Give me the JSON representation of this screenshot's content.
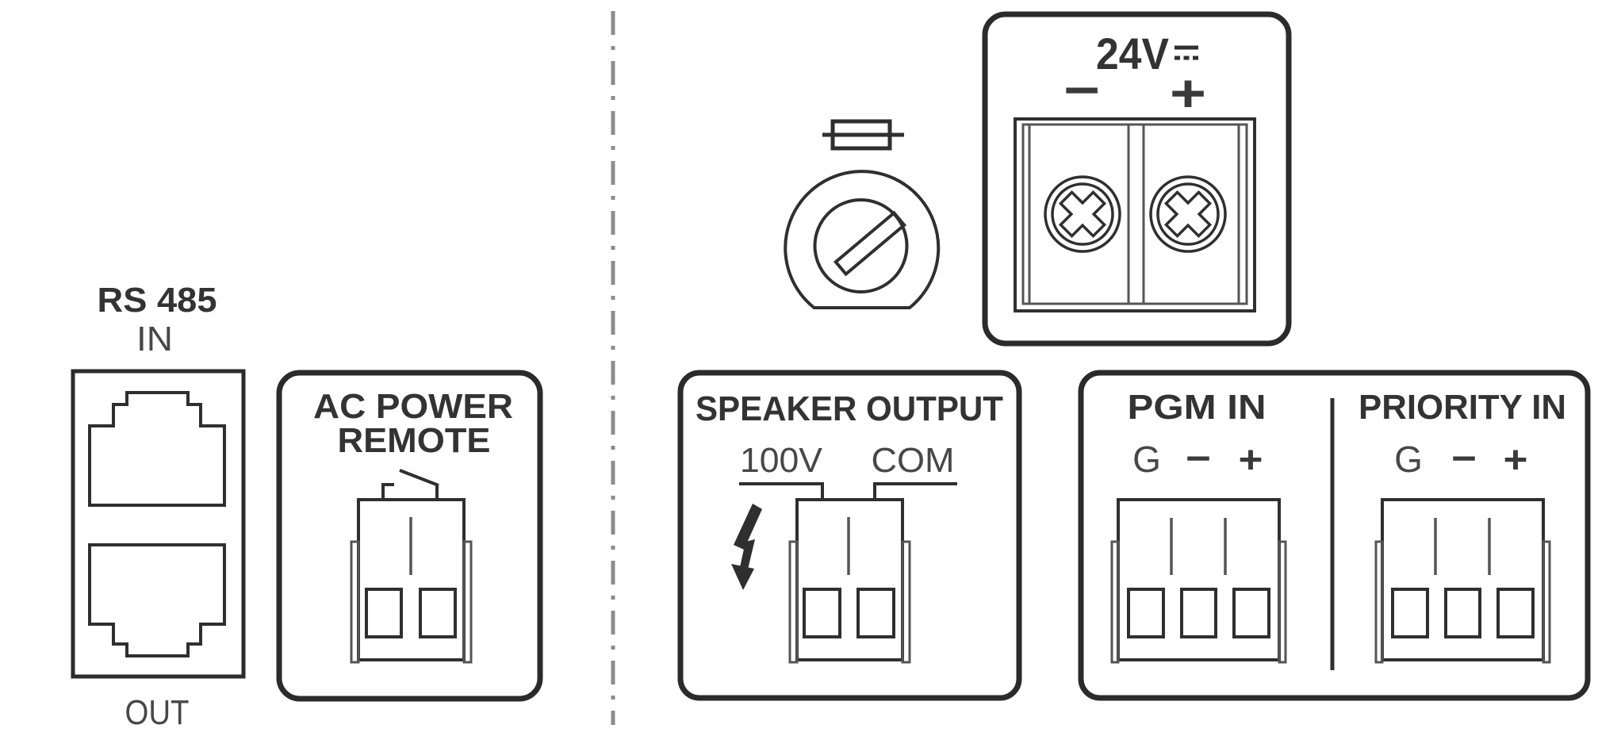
{
  "page": {
    "background": "#ffffff",
    "ink": "#2f2f2f",
    "label_ink": "#474747",
    "divider_color": "#8c8c8c"
  },
  "rs485": {
    "title": "RS 485",
    "in_label": "IN",
    "out_label": "OUT"
  },
  "ac_power_remote": {
    "title_line1": "AC POWER",
    "title_line2": "REMOTE"
  },
  "dc_input": {
    "title": "24V",
    "dc_symbol": "⎓",
    "minus": "−",
    "plus": "+"
  },
  "speaker_output": {
    "title": "SPEAKER OUTPUT",
    "tap_100v": "100V",
    "tap_com": "COM"
  },
  "pgm_in": {
    "title": "PGM IN",
    "ground": "G",
    "minus": "−",
    "plus": "+"
  },
  "priority_in": {
    "title": "PRIORITY IN",
    "ground": "G",
    "minus": "−",
    "plus": "+"
  }
}
